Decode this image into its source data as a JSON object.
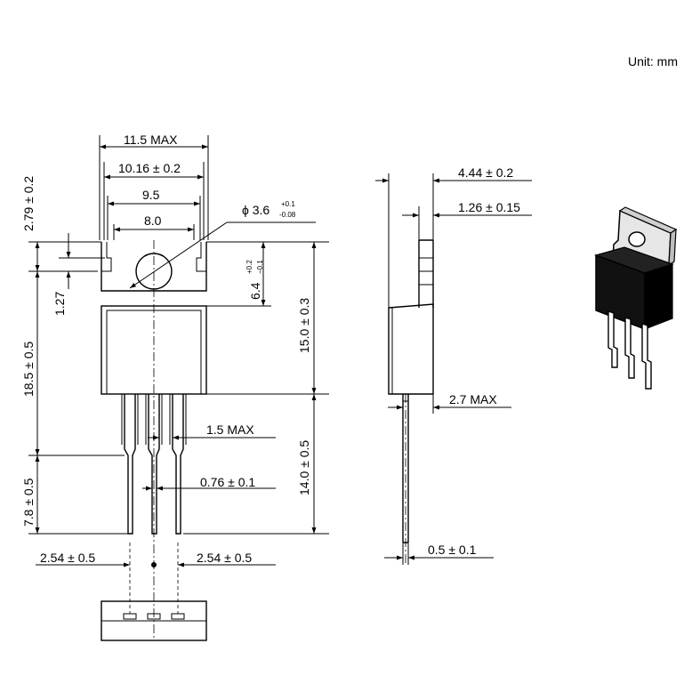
{
  "unit_label": "Unit: mm",
  "front_view": {
    "width_max": "11.5 MAX",
    "width_body": "10.16 ± 0.2",
    "width_95": "9.5",
    "width_80": "8.0",
    "hole_diameter": "ϕ 3.6",
    "hole_tol_plus": "+0.1",
    "hole_tol_minus": "-0.08",
    "tab_top": "2.79 ± 0.2",
    "notch": "1.27",
    "body_height": "18.5 ± 0.5",
    "lead_length": "7.8 ± 0.5",
    "hole_to_body": "6.4",
    "hole_to_body_plus": "+0.2",
    "hole_to_body_minus": "−0.1",
    "package_height": "15.0 ± 0.3",
    "lead_total": "14.0 ± 0.5",
    "lead_width_max": "1.5 MAX",
    "lead_width": "0.76 ± 0.1",
    "pitch_left": "2.54 ± 0.5",
    "pitch_right": "2.54 ± 0.5"
  },
  "side_view": {
    "thickness": "4.44 ± 0.2",
    "tab_thickness": "1.26 ± 0.15",
    "lead_offset": "2.7 MAX",
    "lead_thickness": "0.5 ± 0.1"
  }
}
